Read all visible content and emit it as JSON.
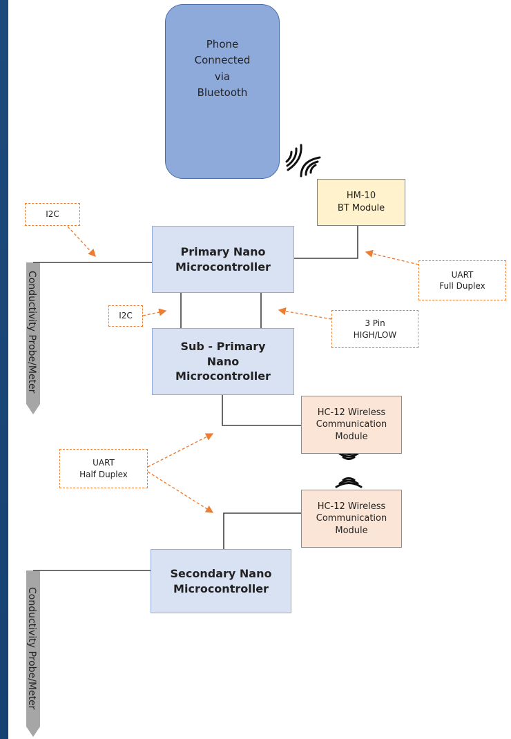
{
  "phone": {
    "label": "Phone\nConnected\nvia\nBluetooth"
  },
  "hm10": {
    "label": "HM-10\nBT Module"
  },
  "primary": {
    "label": "Primary Nano\nMicrocontroller"
  },
  "sub_primary": {
    "label": "Sub - Primary\nNano\nMicrocontroller"
  },
  "secondary": {
    "label": "Secondary Nano\nMicrocontroller"
  },
  "hc12_top": {
    "label": "HC-12 Wireless\nCommunication\nModule"
  },
  "hc12_bottom": {
    "label": "HC-12 Wireless\nCommunication\nModule"
  },
  "labels": {
    "i2c_top": "I2C",
    "i2c_mid": "I2C",
    "uart_full": "UART\nFull Duplex",
    "three_pin": "3 Pin\nHIGH/LOW",
    "uart_half": "UART\nHalf Duplex"
  },
  "probes": {
    "top": "Conductivity Probe/Meter",
    "bottom": "Conductivity Probe/Meter"
  },
  "colors": {
    "mcu_fill": "#d9e2f3",
    "phone_fill": "#8eaadb",
    "bt_fill": "#fff2cc",
    "hc12_fill": "#fbe5d6",
    "arrow": "#ed7d31",
    "probe_fill": "#a6a6a6"
  },
  "icons": [
    "wireless-signal-icon",
    "wireless-signal-icon",
    "wireless-signal-icon",
    "wireless-signal-icon"
  ]
}
